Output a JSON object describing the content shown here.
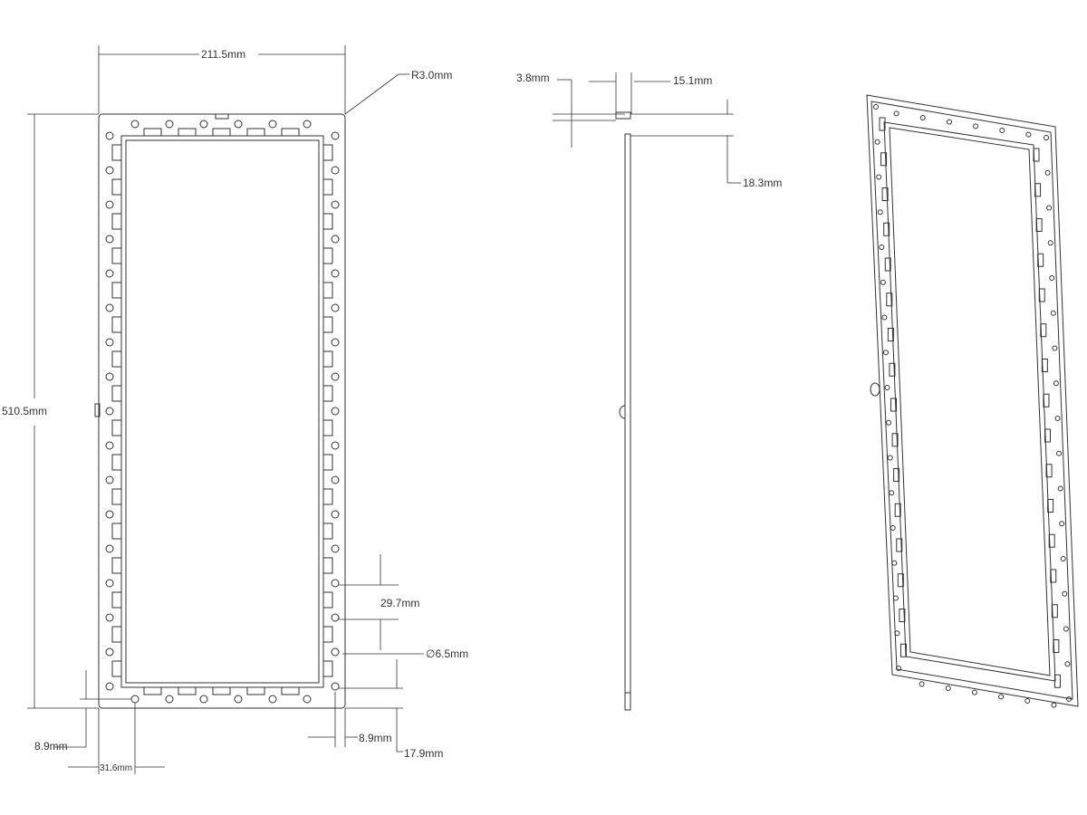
{
  "dimensions": {
    "width": "211.5mm",
    "radius": "R3.0mm",
    "height": "510.5mm",
    "thickness": "3.8mm",
    "depth": "15.1mm",
    "flange": "18.3mm",
    "hole_pitch": "29.7mm",
    "hole_diameter": "∅6.5mm",
    "bottom_offset": "8.9mm",
    "side_offset": "8.9mm",
    "bottom_hole_offset": "17.9mm",
    "corner_hole_offset": "31.6mm"
  },
  "colors": {
    "line": "#333333",
    "background": "#ffffff"
  }
}
